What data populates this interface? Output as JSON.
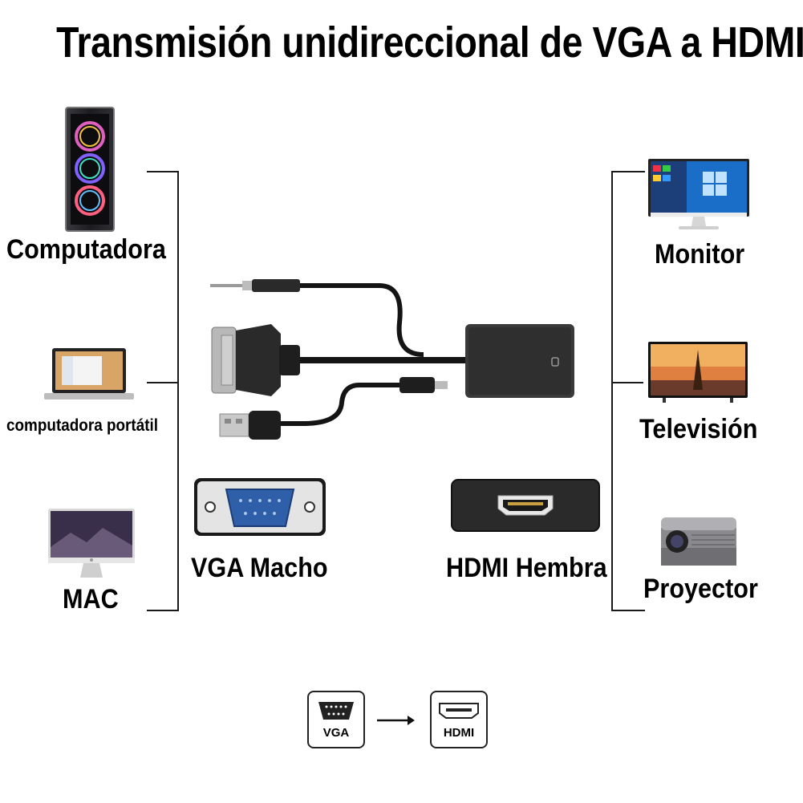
{
  "title": "Transmisión unidireccional de VGA a HDMI",
  "sources": [
    {
      "label": "Computadora",
      "icon": "desktop-tower-icon"
    },
    {
      "label": "computadora portátil",
      "icon": "laptop-icon"
    },
    {
      "label": "MAC",
      "icon": "imac-icon"
    }
  ],
  "outputs": [
    {
      "label": "Monitor",
      "icon": "monitor-icon"
    },
    {
      "label": "Televisión",
      "icon": "tv-icon"
    },
    {
      "label": "Proyector",
      "icon": "projector-icon"
    }
  ],
  "connectors": {
    "vga_label": "VGA Macho",
    "hdmi_label": "HDMI Hembra"
  },
  "legend": {
    "from": "VGA",
    "to": "HDMI"
  },
  "colors": {
    "vga_blue": "#2f5fa8",
    "cable_black": "#141414",
    "adapter_gray": "#3a3a3a"
  }
}
